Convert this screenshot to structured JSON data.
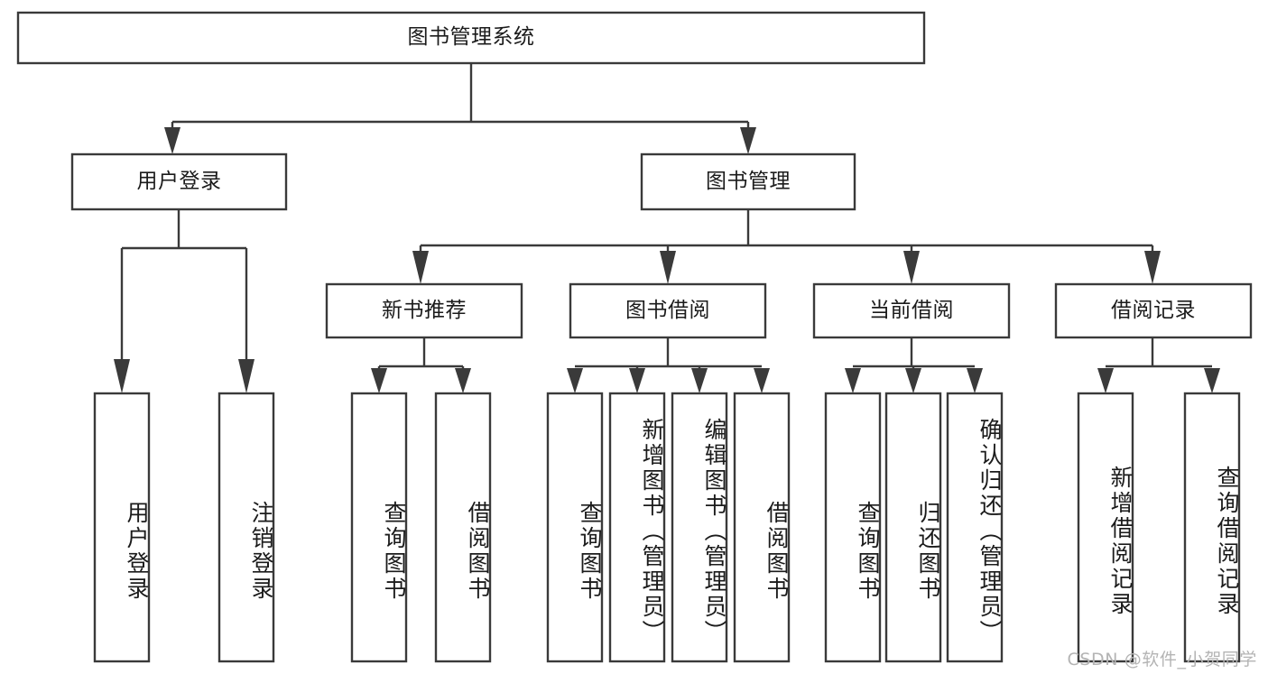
{
  "diagram": {
    "title": "图书管理系统",
    "type": "tree",
    "style": {
      "box_fill": "#ffffff",
      "box_stroke": "#3a3a3a",
      "text_color": "#1b1b1b",
      "watermark_color": "#b4b4b4",
      "background": "#ffffff"
    },
    "root": {
      "label": "图书管理系统"
    },
    "level2": [
      {
        "label": "用户登录"
      },
      {
        "label": "图书管理"
      }
    ],
    "level3": [
      {
        "label": "新书推荐"
      },
      {
        "label": "图书借阅"
      },
      {
        "label": "当前借阅"
      },
      {
        "label": "借阅记录"
      }
    ],
    "leaves": {
      "user_login": [
        {
          "label": "用户登录"
        },
        {
          "label": "注销登录"
        }
      ],
      "new_book_recommend": [
        {
          "label": "查询图书"
        },
        {
          "label": "借阅图书"
        }
      ],
      "book_borrow": [
        {
          "label": "查询图书"
        },
        {
          "label": "新增图书（管理员）"
        },
        {
          "label": "编辑图书（管理员）"
        },
        {
          "label": "借阅图书"
        }
      ],
      "current_borrow": [
        {
          "label": "查询图书"
        },
        {
          "label": "归还图书"
        },
        {
          "label": "确认归还（管理员）"
        }
      ],
      "borrow_record": [
        {
          "label": "新增借阅记录"
        },
        {
          "label": "查询借阅记录"
        }
      ]
    }
  },
  "watermark": {
    "text": "CSDN @软件_小贺同学"
  }
}
